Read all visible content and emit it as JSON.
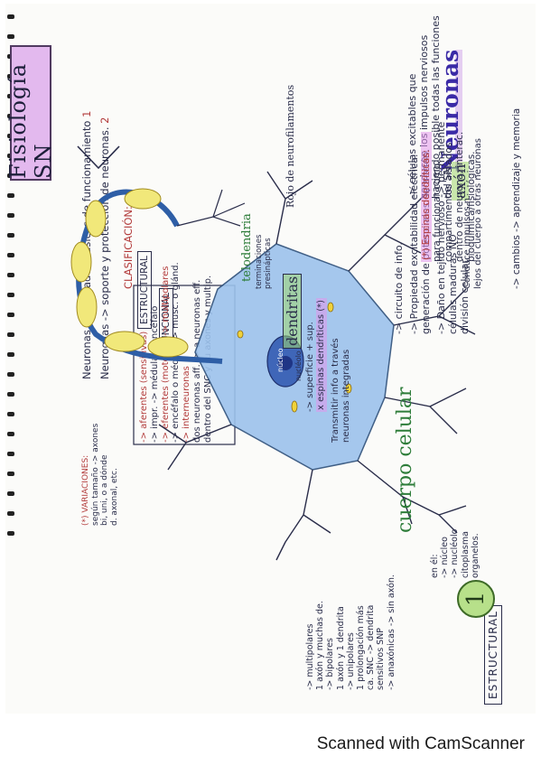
{
  "title": "Fisiología SN",
  "neuronas_heading": "Neuronas",
  "neuronas_intro": [
    "-> células excitables que",
    "conducen los impulsos nerviosos",
    "haciendo posible todas las funciones",
    "del SN."
  ],
  "neuronas_points": [
    "-> circuito de info.",
    "-> Propiedad excitabilidad eléctrica:",
    "generación de potenciales de acción.",
    "-> Daño en tejido nervioso -> permanente",
    "células maduras NO",
    "división celular."
  ],
  "neurofilaments_label": "Rojo de neurofilamentos",
  "top_lines": [
    "Neuronas -> unidades básicas de funcionamiento",
    "Neuroglías -> soporte y protección de neuronas."
  ],
  "top_numbers": [
    "1",
    "2"
  ],
  "clasificacion": {
    "heading": "CLASIFICACIÓN:",
    "estructural": "ESTRUCTURAL",
    "funcional": "FUNCIONAL",
    "afferents": [
      "-> aferentes (sensitivas)",
      "-> impr. -> médula o encéfalo"
    ],
    "efferents": [
      "-> eferentes (motoras) -> multipolares",
      "-> encéfalo o médula -> musc. o glánd."
    ],
    "interneuronas": [
      "-> interneuronas",
      "dos neuronas aff. -> a neuronas eff.",
      "dentro del SNC y su axones y multip."
    ]
  },
  "variaciones_note": [
    "(*) VARIACIONES:",
    "según tamaño -> axones",
    "bi, uni, o a dónde",
    "d. axonal, etc."
  ],
  "estructural_right": {
    "label": "ESTRUCTURAL",
    "number": "1",
    "items": [
      "-> multipolares",
      "1 axón y muchas de.",
      "-> bipolares",
      "1 axón y 1 dendrita",
      "-> unipolares",
      "1 prolongación más",
      "ca. SNC -> dendrita",
      "sensitivos SNP",
      "-> anaxónicas -> sin axón."
    ]
  },
  "axon_label": "axón",
  "axon_desc": [
    "Conduce impulsos n.",
    "lejos del cuerpo a otras neuronas"
  ],
  "dendritas_label": "dendritas",
  "dendritas_desc": [
    "-> superficie + sup.",
    "x espinas dendríticas (*)"
  ],
  "dendritas_extra": [
    "Transmitir info a través",
    "neuronas integradas"
  ],
  "espinas": [
    "(*) Espinas dendríticas:",
    "para funcionar como",
    "compartimentos aislados",
    "dentro de neurona, interac.",
    "bioquímica/fisiológicas."
  ],
  "plasticidad": "-> cambios -> aprendizaje y memoria",
  "telodendria": {
    "label": "telodendria",
    "sub": [
      "terminaciones",
      "presinápticas"
    ]
  },
  "nucleus_labels": [
    "núcleo",
    "nucléolo"
  ],
  "cuerpo_celular": "cuerpo celular",
  "cuerpo_notes": [
    "en él:",
    "-> núcleo",
    "-> nucléolo",
    "citoplasma",
    "organelos."
  ],
  "footer_text": "Scanned with CamScanner",
  "colors": {
    "title_bg": "#e3b9ee",
    "heading": "#3a2aa6",
    "soma": "#9cc2ec",
    "myelin": "#f1e87a",
    "number_circle": "#b7e08a",
    "label_green": "#2e7d3a"
  }
}
